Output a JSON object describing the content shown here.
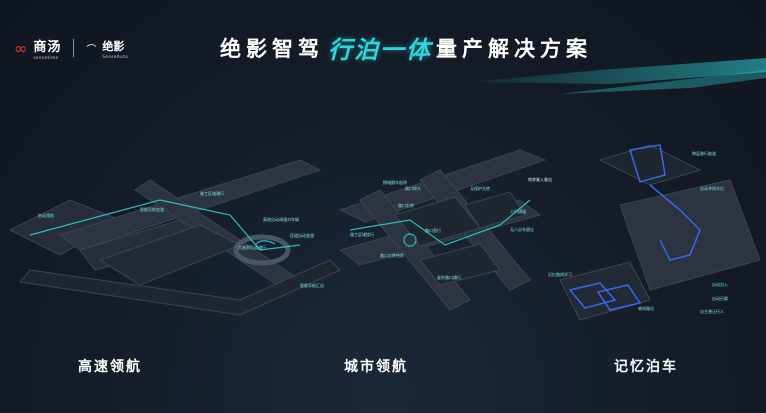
{
  "header": {
    "logo_text": "商汤",
    "logo_sub": "sensetime",
    "brand_text": "绝影",
    "brand_sub": "SenseAuto",
    "title_prefix": "绝影智驾",
    "title_highlight": "行泊一体",
    "title_suffix": "量产解决方案"
  },
  "sections": [
    {
      "label": "高速领航"
    },
    {
      "label": "城市领航"
    },
    {
      "label": "记忆泊车"
    }
  ],
  "highway_annotations": [
    "启动领航",
    "智能导航变道",
    "施工区域通行",
    "高效自动调速对车辆",
    "大曲率匝道通行",
    "匝道自动变道",
    "智能导航汇出"
  ],
  "city_annotations": [
    "拥堵跟车起停",
    "路口右转",
    "路口直行",
    "路口左转待转",
    "复杂路口通行",
    "无保护左转",
    "人行横道",
    "无人自车避让",
    "路口掉头",
    "施工区域绕行"
  ],
  "parking_annotations": [
    "地库驶入驶出",
    "跨层驶行坡道",
    "记忆路线学习",
    "自动寻找车位",
    "自动泊入",
    "自动召唤",
    "自主避让行人",
    "感知路况"
  ],
  "colors": {
    "accent": "#2fd6d9",
    "background": "#141c28"
  }
}
